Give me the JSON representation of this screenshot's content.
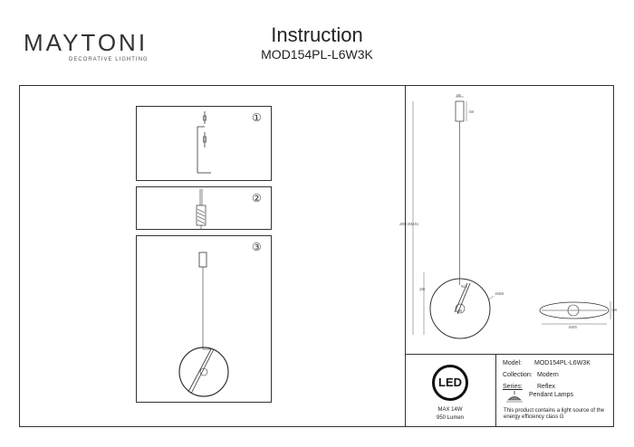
{
  "header": {
    "brand": "MAYTONI",
    "brand_sub": "DECORATIVE LIGHTING",
    "title": "Instruction",
    "model_code": "MOD154PL-L6W3K"
  },
  "steps": [
    {
      "number": "①"
    },
    {
      "number": "②"
    },
    {
      "number": "③"
    }
  ],
  "dimensions": {
    "canopy_width": "Ø5",
    "canopy_height": "150",
    "total_height": "2000 (MAX)",
    "disc_height": "250",
    "disc_diameter": "Ø450",
    "ring": "94.5",
    "center": "180",
    "top_width": "Ø455",
    "top_height": "120"
  },
  "led": {
    "badge": "LED",
    "max_power": "MAX 14W",
    "lumen": "950 Lumen"
  },
  "specs": {
    "model_label": "Model:",
    "model_value": "MOD154PL-L6W3K",
    "collection_label": "Collection:",
    "collection_value": "Modern",
    "series_label": "Series:",
    "series_value": "Reflex",
    "type_value": "Pendant Lamps",
    "energy_line1": "This product contains a light source of the",
    "energy_line2": "energy efficiency class G"
  }
}
